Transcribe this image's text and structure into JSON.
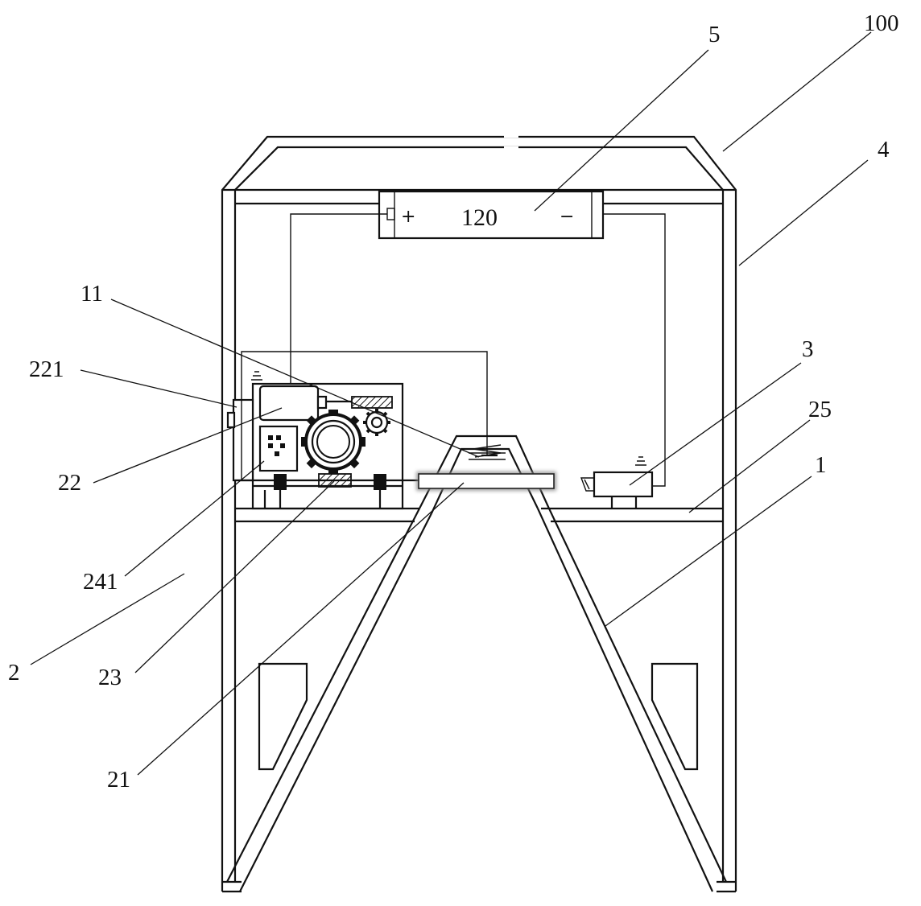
{
  "battery": {
    "value": "120",
    "positive": "+",
    "negative": "−"
  },
  "labels": {
    "l5": "5",
    "l100": "100",
    "l4": "4",
    "l11": "11",
    "l221": "221",
    "l22": "22",
    "l3": "3",
    "l25": "25",
    "l1": "1",
    "l241": "241",
    "l2": "2",
    "l23": "23",
    "l21": "21"
  }
}
